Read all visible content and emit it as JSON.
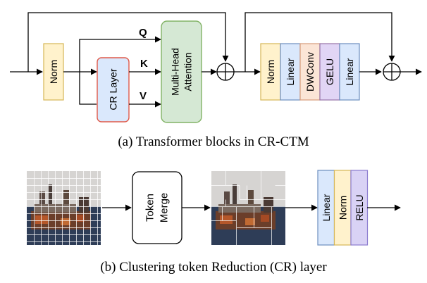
{
  "colors": {
    "norm": "#fff2cc",
    "norm_border": "#d6b656",
    "linear": "#dae8fc",
    "linear_border": "#6c8ebf",
    "dwconv": "#fbe5d6",
    "dwconv_border": "#d79b7a",
    "gelu": "#e1d5f5",
    "gelu_border": "#9673a6",
    "attention": "#d5e8d4",
    "attention_border": "#82b366",
    "cr": "#dae8fc",
    "cr_border": "#e05a4a",
    "relu": "#d9d2f5",
    "relu_border": "#8a7acf",
    "sea": "#2e3d57",
    "sky": "#d6d4d2"
  },
  "part_a": {
    "norm1": "Norm",
    "cr_layer": "CR Layer",
    "q": "Q",
    "k": "K",
    "v": "V",
    "attention_line1": "Multi-Head",
    "attention_line2": "Attention",
    "mlp": [
      "Norm",
      "Linear",
      "DWConv",
      "GELU",
      "Linear"
    ],
    "caption": "(a) Transformer blocks in CR-CTM"
  },
  "part_b": {
    "merge_line1": "Token",
    "merge_line2": "Merge",
    "head": [
      "Linear",
      "Norm",
      "RELU"
    ],
    "caption": "(b) Clustering token Reduction (CR) layer"
  }
}
